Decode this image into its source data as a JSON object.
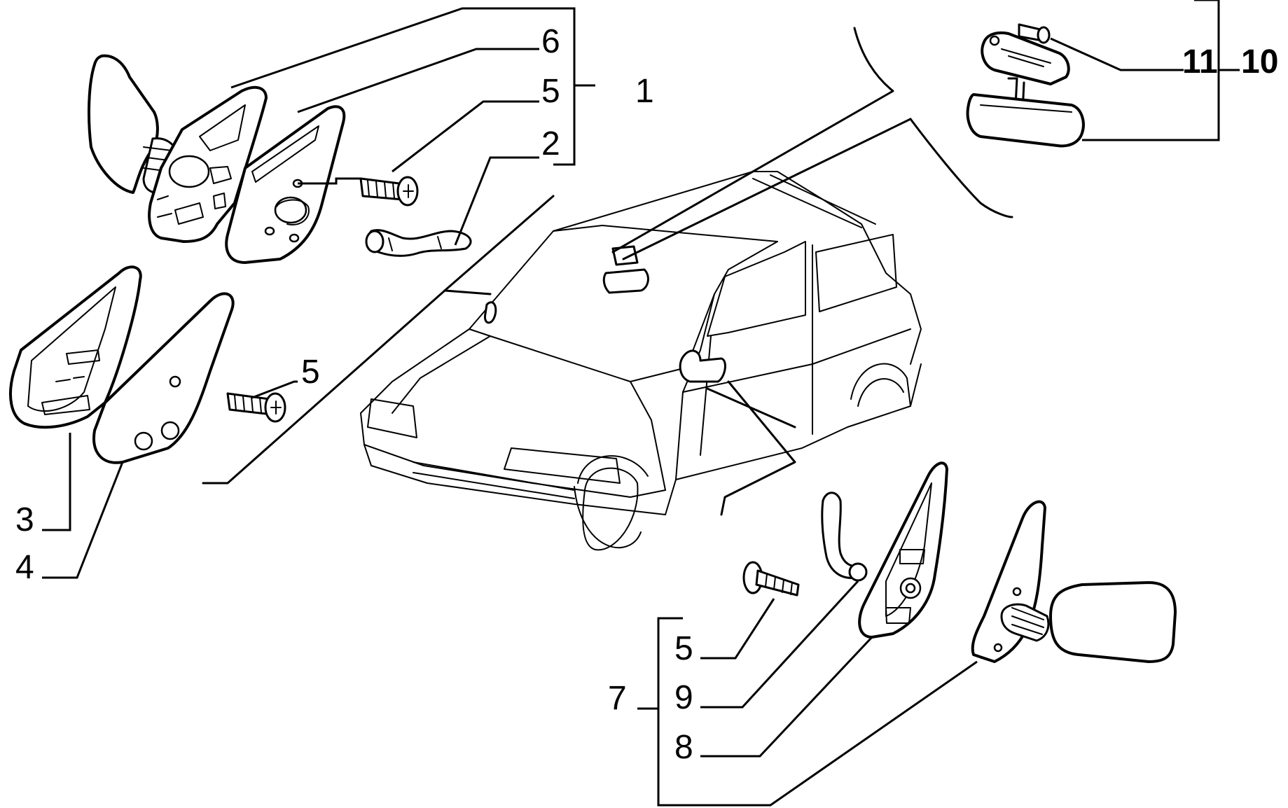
{
  "callouts": {
    "c1": "1",
    "c2": "2",
    "c3": "3",
    "c4": "4",
    "c5a": "5",
    "c5b": "5",
    "c5c": "5",
    "c6": "6",
    "c7": "7",
    "c8": "8",
    "c9": "9",
    "c10": "10",
    "c11": "11"
  },
  "colors": {
    "line": "#000000",
    "background": "#ffffff"
  }
}
